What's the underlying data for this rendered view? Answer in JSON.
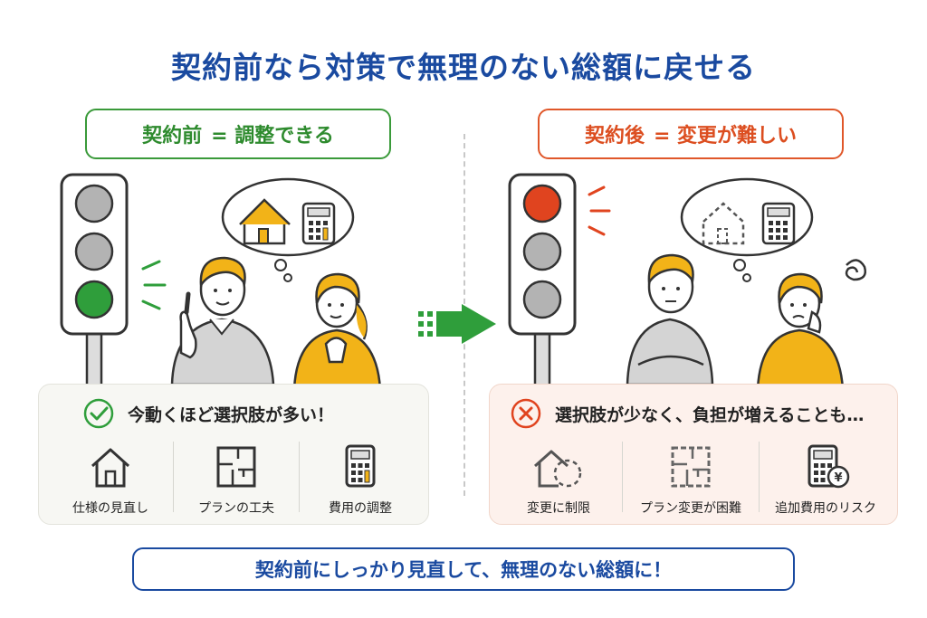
{
  "title": "契約前なら対策で無理のない総額に戻せる",
  "before": {
    "badge_main": "契約前",
    "badge_sub": "= 調整できる",
    "panel_heading": "今動くほど選択肢が多い！",
    "items": [
      {
        "label": "仕様の見直し",
        "icon": "house-icon"
      },
      {
        "label": "プランの工夫",
        "icon": "floor-plan-icon"
      },
      {
        "label": "費用の調整",
        "icon": "calculator-icon"
      }
    ],
    "status_icon": "check-circle-icon",
    "traffic_light_active": "green"
  },
  "after": {
    "badge_main": "契約後",
    "badge_sub": "= 変更が難しい",
    "panel_heading": "選択肢が少なく、負担が増えることも…",
    "items": [
      {
        "label": "変更に制限",
        "icon": "house-limit-icon"
      },
      {
        "label": "プラン変更が困難",
        "icon": "floor-plan-icon"
      },
      {
        "label": "追加費用のリスク",
        "icon": "calculator-yen-icon"
      }
    ],
    "status_icon": "cross-circle-icon",
    "traffic_light_active": "red"
  },
  "footer": "契約前にしっかり見直して、無理のない総額に！",
  "colors": {
    "title": "#1a4aa0",
    "green": "#3a9a3a",
    "red": "#e0572a",
    "hair": "#f2b318",
    "arrow": "#2f9e3b"
  }
}
